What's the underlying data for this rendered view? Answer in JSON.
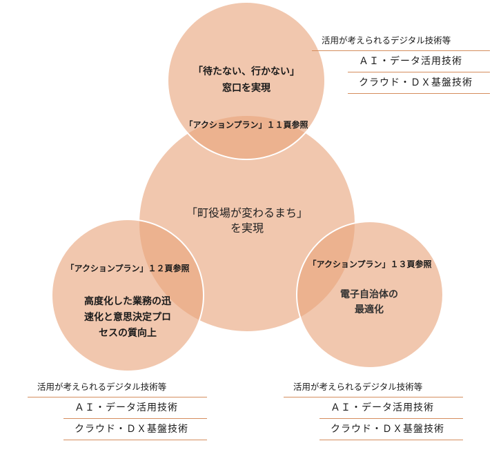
{
  "colors": {
    "circle_fill": "#E9A57C",
    "circle_opacity": "0.62",
    "circle_stroke": "#ffffff",
    "rule_line": "#D48C5C",
    "text": "#1A1A1A"
  },
  "center_circle": {
    "title_line1": "「町役場が変わるまち」",
    "title_line2": "を実現"
  },
  "circles": [
    {
      "position": "top",
      "goal_line1": "「待たない、行かない」",
      "goal_line2": "窓口を実現",
      "reference": "「アクションプラン」１１頁参照"
    },
    {
      "position": "bottom-left",
      "reference": "「アクションプラン」１２頁参照",
      "goal_line1": "高度化した業務の迅",
      "goal_line2": "速化と意思決定プロ",
      "goal_line3": "セスの質向上"
    },
    {
      "position": "bottom-right",
      "reference": "「アクションプラン」１３頁参照",
      "goal_line1": "電子自治体の",
      "goal_line2": "最適化"
    }
  ],
  "tech_lists": [
    {
      "position": "top-right",
      "heading": "活用が考えられるデジタル技術等",
      "items": [
        "ＡＩ・データ活用技術",
        "クラウド・ＤＸ基盤技術"
      ]
    },
    {
      "position": "bottom-left",
      "heading": "活用が考えられるデジタル技術等",
      "items": [
        "ＡＩ・データ活用技術",
        "クラウド・ＤＸ基盤技術"
      ]
    },
    {
      "position": "bottom-right",
      "heading": "活用が考えられるデジタル技術等",
      "items": [
        "ＡＩ・データ活用技術",
        "クラウド・ＤＸ基盤技術"
      ]
    }
  ]
}
